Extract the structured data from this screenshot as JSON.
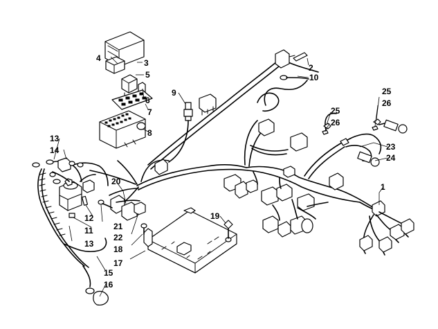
{
  "callouts": [
    {
      "id": "c1",
      "text": "1"
    },
    {
      "id": "c2",
      "text": "2"
    },
    {
      "id": "c3",
      "text": "3"
    },
    {
      "id": "c4",
      "text": "4"
    },
    {
      "id": "c5",
      "text": "5"
    },
    {
      "id": "c6",
      "text": "6"
    },
    {
      "id": "c7",
      "text": "7"
    },
    {
      "id": "c8",
      "text": "8"
    },
    {
      "id": "c9",
      "text": "9"
    },
    {
      "id": "c10",
      "text": "10"
    },
    {
      "id": "c11",
      "text": "11"
    },
    {
      "id": "c12",
      "text": "12"
    },
    {
      "id": "c13a",
      "text": "13"
    },
    {
      "id": "c13b",
      "text": "13"
    },
    {
      "id": "c14",
      "text": "14"
    },
    {
      "id": "c15",
      "text": "15"
    },
    {
      "id": "c16",
      "text": "16"
    },
    {
      "id": "c17",
      "text": "17"
    },
    {
      "id": "c18",
      "text": "18"
    },
    {
      "id": "c19",
      "text": "19"
    },
    {
      "id": "c20",
      "text": "20"
    },
    {
      "id": "c21",
      "text": "21"
    },
    {
      "id": "c22",
      "text": "22"
    },
    {
      "id": "c23",
      "text": "23"
    },
    {
      "id": "c24",
      "text": "24"
    },
    {
      "id": "c25a",
      "text": "25"
    },
    {
      "id": "c25b",
      "text": "25"
    },
    {
      "id": "c26a",
      "text": "26"
    },
    {
      "id": "c26b",
      "text": "26"
    }
  ],
  "colors": {
    "line": "#000000",
    "background": "#ffffff"
  }
}
